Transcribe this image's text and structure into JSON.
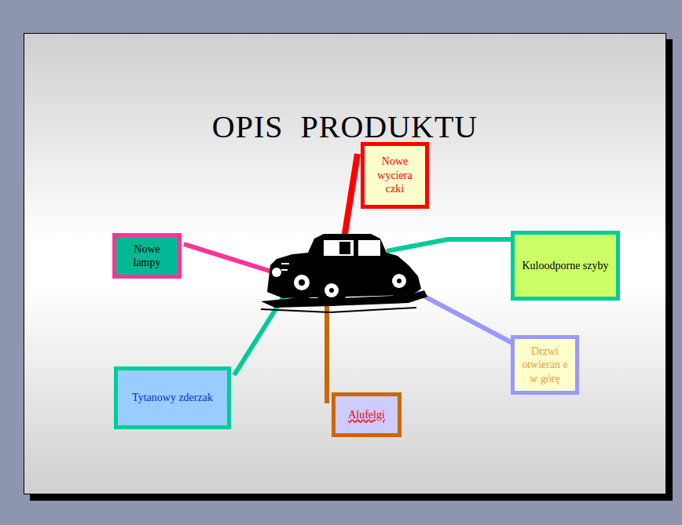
{
  "diagram": {
    "title": "OPIS  PRODUKTU",
    "nodes": [
      {
        "text": [
          "Nowe wyciera czki"
        ]
      },
      {
        "text": [
          "Nowe lampy"
        ]
      },
      {
        "text": [
          "Kuloodporne szyby"
        ]
      },
      {
        "text": [
          "Drzwi otwieran e w górę"
        ]
      },
      {
        "text": [
          "Tytanowy zderzak"
        ]
      },
      {
        "text": [
          "Alufelgi"
        ]
      }
    ]
  }
}
